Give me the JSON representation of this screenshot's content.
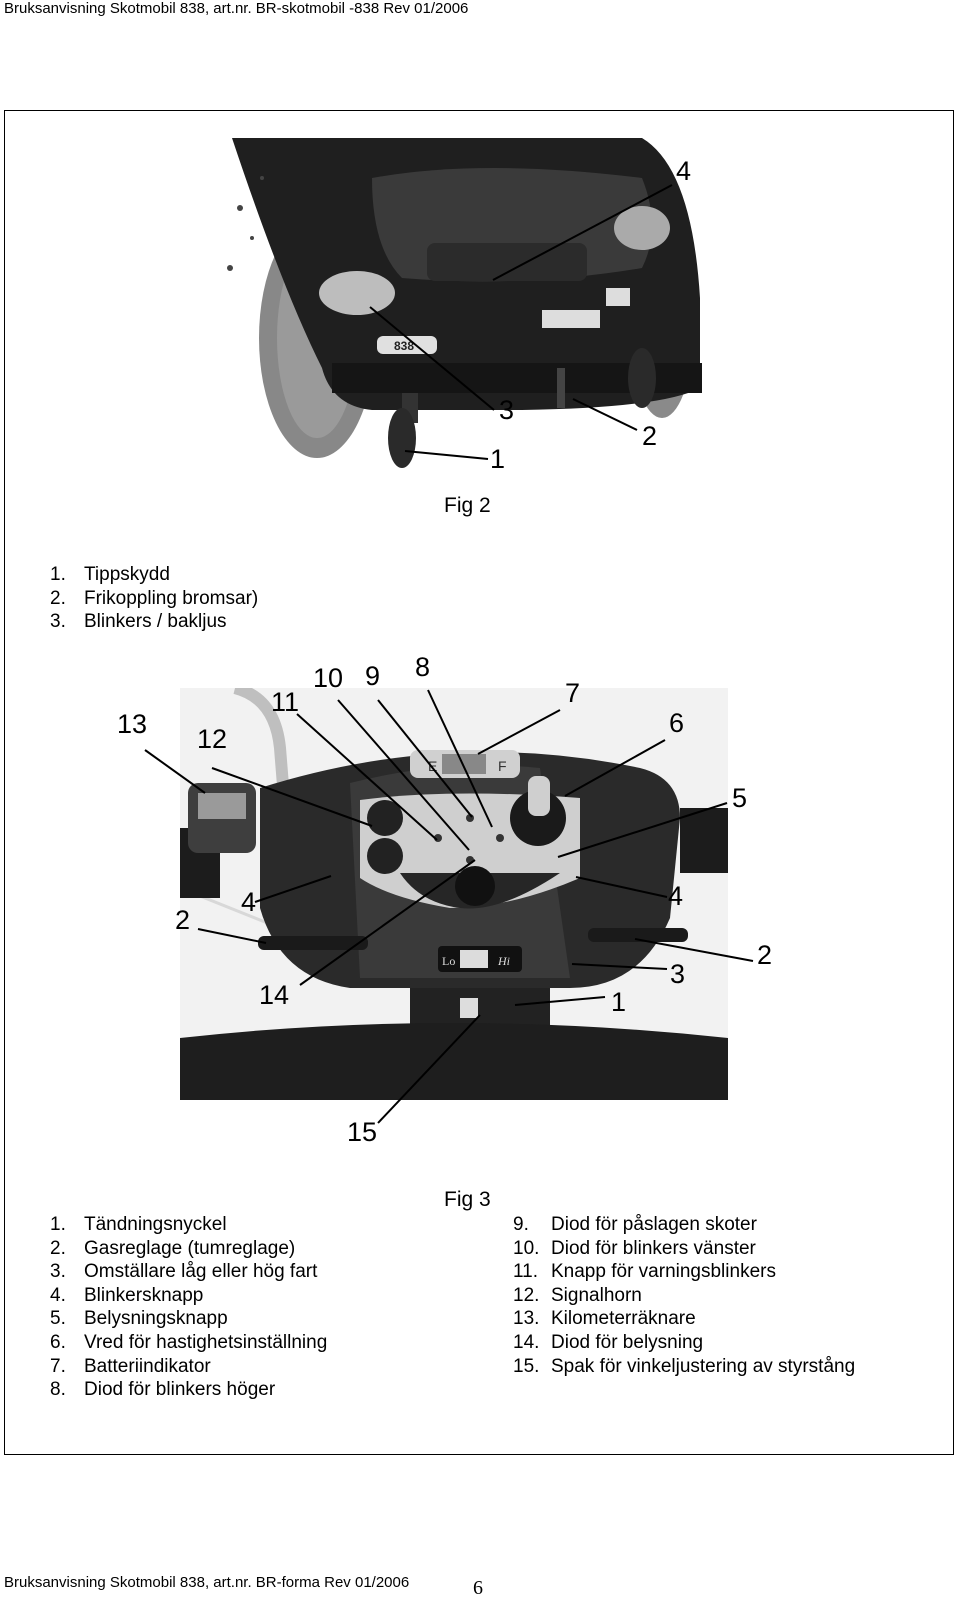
{
  "header": {
    "text": "Bruksanvisning Skotmobil 838,  art.nr. BR-skotmobil -838 Rev 01/2006"
  },
  "figure2": {
    "label": "Fig 2",
    "callouts": [
      "4",
      "3",
      "2",
      "1"
    ],
    "list": [
      {
        "num": "1.",
        "text": "Tippskydd"
      },
      {
        "num": "2.",
        "text": "Frikoppling bromsar)"
      },
      {
        "num": "3.",
        "text": "Blinkers / bakljus"
      }
    ]
  },
  "figure3": {
    "label": "Fig 3",
    "callouts": [
      "13",
      "12",
      "11",
      "10",
      "9",
      "8",
      "7",
      "6",
      "5",
      "4",
      "2",
      "14",
      "4",
      "3",
      "2",
      "1",
      "15"
    ],
    "panel_text": {
      "lo": "Lo",
      "hi": "Hi",
      "battery_e": "E",
      "battery_f": "F"
    },
    "list_left": [
      {
        "num": "1.",
        "text": "Tändningsnyckel"
      },
      {
        "num": "2.",
        "text": "Gasreglage (tumreglage)"
      },
      {
        "num": "3.",
        "text": "Omställare låg eller hög fart"
      },
      {
        "num": "4.",
        "text": "Blinkersknapp"
      },
      {
        "num": "5.",
        "text": "Belysningsknapp"
      },
      {
        "num": "6.",
        "text": "Vred för hastighetsinställning"
      },
      {
        "num": "7.",
        "text": "Batteriindikator"
      },
      {
        "num": "8.",
        "text": "Diod för blinkers höger"
      }
    ],
    "list_right": [
      {
        "num": "9.",
        "text": "Diod för påslagen skoter"
      },
      {
        "num": "10.",
        "text": "Diod för blinkers vänster"
      },
      {
        "num": "11.",
        "text": "Knapp för varningsblinkers"
      },
      {
        "num": "12.",
        "text": "Signalhorn"
      },
      {
        "num": "13.",
        "text": "Kilometerräknare"
      },
      {
        "num": "14.",
        "text": "Diod för belysning"
      },
      {
        "num": "15.",
        "text": "Spak för vinkeljustering av styrstång"
      }
    ]
  },
  "scooter_badge": "838",
  "footer": {
    "text": "Bruksanvisning Skotmobil 838, art.nr. BR-forma Rev 01/2006",
    "page": "6"
  }
}
